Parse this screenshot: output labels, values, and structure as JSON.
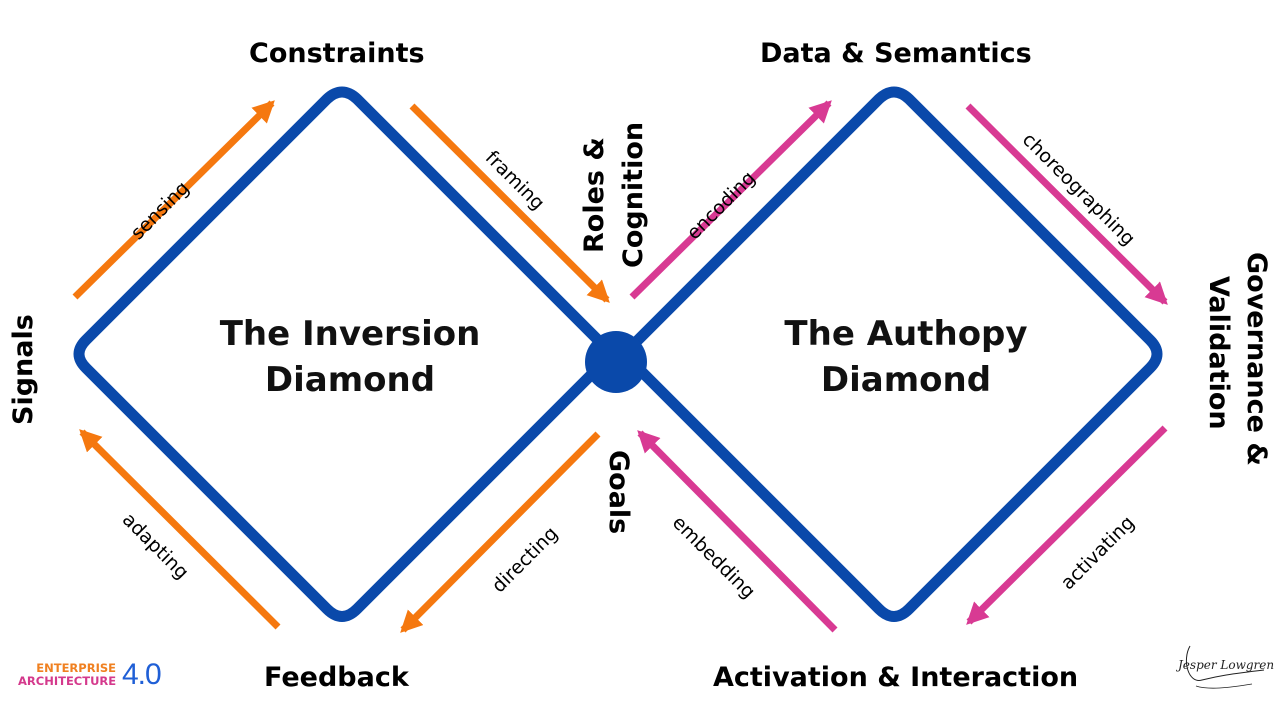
{
  "colors": {
    "diamond": "#0a49aa",
    "left_arrows": "#f5780f",
    "right_arrows": "#d83a93",
    "center_dot": "#0a49aa"
  },
  "diamonds": {
    "left_title_line1": "The Inversion",
    "left_title_line2": "Diamond",
    "right_title_line1": "The Authopy",
    "right_title_line2": "Diamond"
  },
  "nodes": {
    "constraints": "Constraints",
    "signals": "Signals",
    "feedback": "Feedback",
    "roles": "Roles &",
    "cognition": "Cognition",
    "goals": "Goals",
    "data_semantics": "Data & Semantics",
    "governance": "Governance &",
    "validation": "Validation",
    "activation_interaction": "Activation & Interaction"
  },
  "flows": {
    "sensing": "sensing",
    "framing": "framing",
    "directing": "directing",
    "adapting": "adapting",
    "encoding": "encoding",
    "choreographing": "choreographing",
    "activating": "activating",
    "embedding": "embedding"
  },
  "logo": {
    "line1": "ENTERPRISE",
    "line2": "ARCHITECTURE",
    "version": "4.0"
  },
  "signature": "Jesper Lowgren"
}
